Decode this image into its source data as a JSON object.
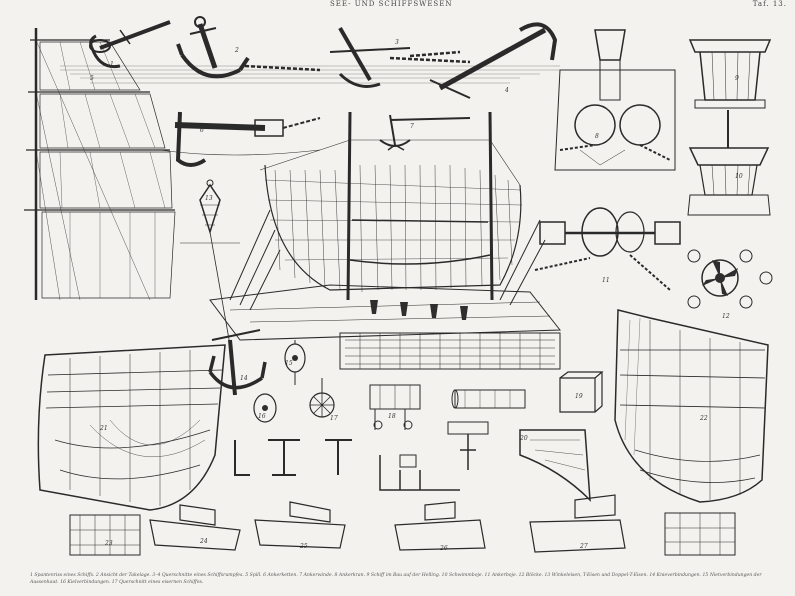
{
  "header": {
    "title": "SEE- UND SCHIFFSWESEN",
    "plate_number": "Taf. 13."
  },
  "figure_numbers": [
    "1",
    "2",
    "3",
    "4",
    "5",
    "6",
    "7",
    "8",
    "9",
    "10",
    "11",
    "12",
    "13",
    "14",
    "15",
    "16",
    "17",
    "18",
    "19",
    "20",
    "21",
    "22",
    "23",
    "24",
    "25",
    "26",
    "27"
  ],
  "caption": "1 Spantenriss eines Schiffs. 2 Ansicht der Takelage. 3–4 Querschnitte eines Schiffsrumpfes. 5 Spill. 6 Ankerketten. 7 Ankerwinde. 8 Ankerkran. 9 Schiff im Bau auf der Helling. 10 Schwimmboje. 11 Ankerboje. 12 Blöcke. 13 Winkeleisen, T-Eisen und Doppel-T-Eisen. 14 Knieverbindungen. 15 Nietverbindungen der Aussenhaut. 16 Kielverbindungen. 17 Querschnitt eines eisernen Schiffes."
}
